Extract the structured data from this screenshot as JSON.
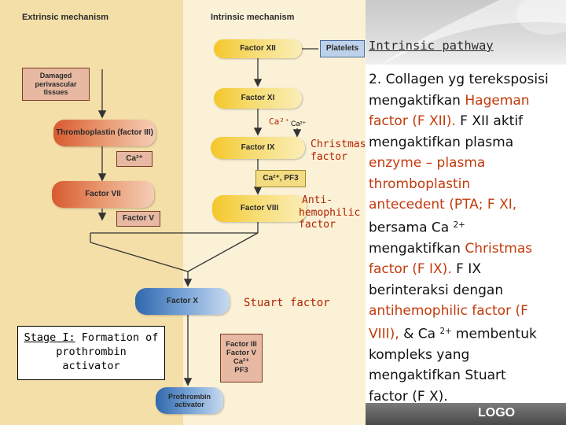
{
  "diagram": {
    "extrinsic_header": "Extrinsic mechanism",
    "intrinsic_header": "Intrinsic mechanism",
    "nodes": {
      "platelets": "Platelets",
      "factor_xii": "Factor XII",
      "damaged_tissues": "Damaged perivascular tissues",
      "factor_xi": "Factor XI",
      "ca_small": "Ca²⁺",
      "thromboplastin": "Thromboplastin (factor III)",
      "factor_ix": "Factor IX",
      "ca_ext": "Ca²⁺",
      "ca_pf3": "Ca²⁺, PF3",
      "factor_vii": "Factor VII",
      "factor_viii": "Factor VIII",
      "factor_v": "Factor V",
      "factor_x": "Factor X",
      "complex": [
        "Factor III",
        "Factor V",
        "Ca²⁺",
        "PF3"
      ],
      "prothrombin_activator": "Prothrombin activator"
    },
    "annotations": {
      "ca_label": "Ca²⁺",
      "christmas_factor": [
        "Christmas",
        "factor"
      ],
      "antihemophilic": [
        "Anti-",
        "hemophilic",
        "factor"
      ],
      "stuart_factor": "Stuart factor"
    },
    "stage_box": {
      "prefix": "Stage I:",
      "line1_rest": " Formation of",
      "line2": "prothrombin",
      "line3": "activator"
    }
  },
  "slide": {
    "heading": "Intrinsic pathway",
    "logo": "LOGO",
    "body_lines": [
      [
        {
          "t": "2. Collagen yg tereksposisi"
        }
      ],
      [
        {
          "t": "mengaktifkan "
        },
        {
          "t": "Hageman",
          "hl": true
        }
      ],
      [
        {
          "t": "factor (F XII).",
          "hl": true
        },
        {
          "t": " F XII aktif"
        }
      ],
      [
        {
          "t": "mengaktifkan plasma"
        }
      ],
      [
        {
          "t": "enzyme – plasma",
          "hl": true
        }
      ],
      [
        {
          "t": "thromboplastin",
          "hl": true
        }
      ],
      [
        {
          "t": "antecedent (PTA; F XI,",
          "hl": true
        }
      ],
      [
        {
          "t": "bersama Ca "
        },
        {
          "t": "2+",
          "sup": true
        }
      ],
      [
        {
          "t": "mengaktifkan "
        },
        {
          "t": "Christmas",
          "hl": true
        }
      ],
      [
        {
          "t": "factor (F IX).",
          "hl": true
        },
        {
          "t": " F IX"
        }
      ],
      [
        {
          "t": "berinteraksi dengan"
        }
      ],
      [
        {
          "t": "antihemophilic factor (F",
          "hl": true
        }
      ],
      [
        {
          "t": "VIII),",
          "hl": true
        },
        {
          "t": " & Ca "
        },
        {
          "t": "2+",
          "sup": true
        },
        {
          "t": " membentuk"
        }
      ],
      [
        {
          "t": "kompleks yang"
        }
      ],
      [
        {
          "t": "mengaktifkan Stuart"
        }
      ],
      [
        {
          "t": "factor (F X)."
        }
      ]
    ]
  },
  "colors": {
    "highlight": "#c23a0c",
    "label_red": "#b02200"
  }
}
